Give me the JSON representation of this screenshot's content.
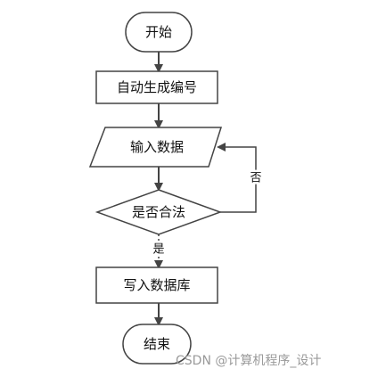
{
  "flowchart": {
    "start": "开始",
    "auto_number": "自动生成编号",
    "input_data": "输入数据",
    "is_valid": "是否合法",
    "yes_label": "是",
    "no_label": "否",
    "write_db": "写入数据库",
    "end": "结束"
  },
  "watermark": "CSDN @计算机程序_设计",
  "colors": {
    "stroke": "#444444",
    "edge": "#444444",
    "text": "#111111",
    "watermark": "#9a9a9a"
  }
}
